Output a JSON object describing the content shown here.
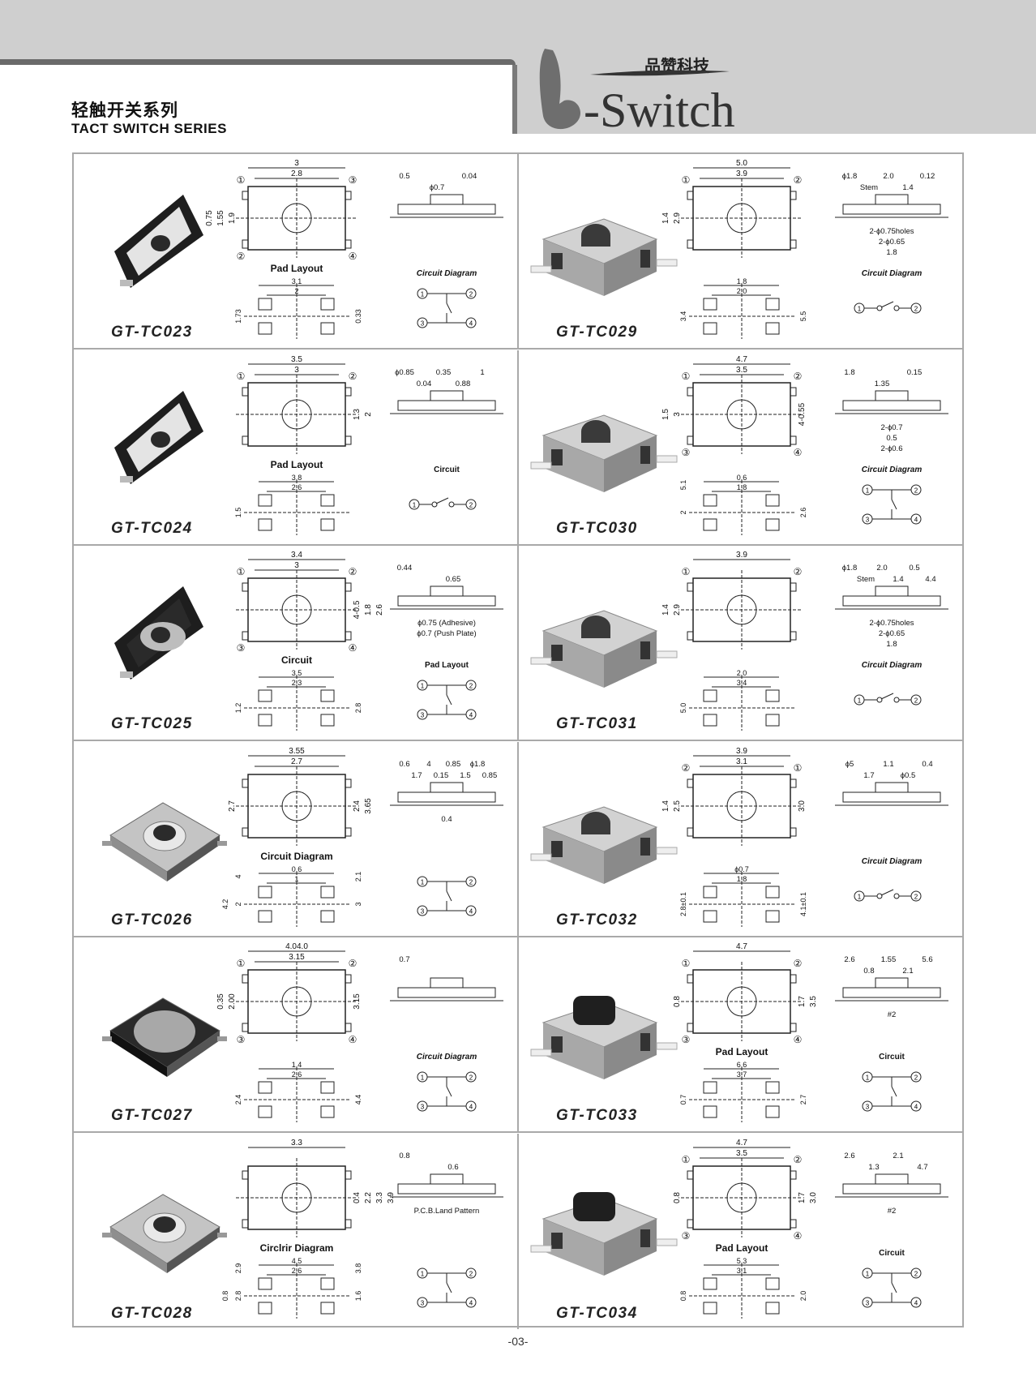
{
  "header": {
    "title_cn": "轻触开关系列",
    "title_en": "TACT SWITCH SERIES",
    "logo_cn": "品赞科技",
    "logo_text": "-Switch",
    "logo_letter": "b"
  },
  "colors": {
    "header_gray": "#cfcfcf",
    "rule_gray": "#6a6a6a",
    "grid_border": "#a9a9a9"
  },
  "cells": [
    {
      "model": "GT-TC023",
      "photo": "dark-frame",
      "top": [
        "3",
        "2.8"
      ],
      "left": [
        "1.9",
        "1.55",
        "0.75"
      ],
      "right": [],
      "pins": [
        "①",
        "③",
        "②",
        "④"
      ],
      "side": [
        "0.5",
        "ϕ0.7",
        "0.04"
      ],
      "notes": [],
      "caption1": "Pad Layout",
      "pad": [
        "3.1",
        "2",
        "1.73",
        "0.33"
      ],
      "caption2": "Circuit Diagram",
      "circuit": 4
    },
    {
      "model": "GT-TC029",
      "photo": "light",
      "top": [
        "5.0",
        "3.9"
      ],
      "left": [
        "2.9",
        "1.4"
      ],
      "right": [],
      "pins": [
        "①",
        "②"
      ],
      "side": [
        "ϕ1.8",
        "Stem",
        "2.0",
        "1.4",
        "0.12"
      ],
      "notes": [
        "2-ϕ0.75holes",
        "2-ϕ0.65",
        "1.8"
      ],
      "caption1": "",
      "pad": [
        "1.8",
        "2.0",
        "3.4",
        "5.5"
      ],
      "caption2": "Circuit Diagram",
      "circuit": 2
    },
    {
      "model": "GT-TC024",
      "photo": "dark-frame",
      "top": [
        "3.5",
        "3"
      ],
      "left": [],
      "right": [
        "1.3",
        "2"
      ],
      "pins": [
        "①",
        "②"
      ],
      "side": [
        "ϕ0.85",
        "0.04",
        "0.35",
        "0.88",
        "1"
      ],
      "notes": [],
      "caption1": "Pad Layout",
      "pad": [
        "3.8",
        "2.6",
        "1.5"
      ],
      "caption2": "Circuit",
      "circuit": 2
    },
    {
      "model": "GT-TC030",
      "photo": "light",
      "top": [
        "4.7",
        "3.5"
      ],
      "left": [
        "3",
        "1.5"
      ],
      "right": [
        "4-0.55"
      ],
      "pins": [
        "①",
        "②",
        "③",
        "④"
      ],
      "side": [
        "1.8",
        "1.35",
        "0.15"
      ],
      "notes": [
        "2-ϕ0.7",
        "0.5",
        "2-ϕ0.6"
      ],
      "caption1": "",
      "pad": [
        "0.6",
        "1.8",
        "2",
        "2.6",
        "5.1"
      ],
      "caption2": "Circuit Diagram",
      "circuit": 4
    },
    {
      "model": "GT-TC025",
      "photo": "dark-flat",
      "top": [
        "3.4",
        "3"
      ],
      "left": [],
      "right": [
        "4-0.5",
        "1.8",
        "2.6"
      ],
      "pins": [
        "①",
        "②",
        "③",
        "④"
      ],
      "side": [
        "0.44",
        "0.65"
      ],
      "notes": [
        "ϕ0.75 (Adhesive)",
        "ϕ0.7 (Push Plate)"
      ],
      "caption1": "Circuit",
      "pad": [
        "3.5",
        "2.3",
        "1.2",
        "2.8"
      ],
      "caption2": "Pad Layout",
      "circuit": 4
    },
    {
      "model": "GT-TC031",
      "photo": "light",
      "top": [
        "3.9"
      ],
      "left": [
        "2.9",
        "1.4"
      ],
      "right": [],
      "pins": [
        "①",
        "②"
      ],
      "side": [
        "ϕ1.8",
        "Stem",
        "2.0",
        "1.4",
        "0.5",
        "4.4"
      ],
      "notes": [
        "2-ϕ0.75holes",
        "2-ϕ0.65",
        "1.8"
      ],
      "caption1": "",
      "pad": [
        "2.0",
        "3.4",
        "5.0"
      ],
      "caption2": "Circuit Diagram",
      "circuit": 2
    },
    {
      "model": "GT-TC026",
      "photo": "light-square",
      "top": [
        "3.55",
        "2.7"
      ],
      "left": [
        "2.7"
      ],
      "right": [
        "2.4",
        "3.65"
      ],
      "pins": [],
      "side": [
        "0.6",
        "1.7",
        "4",
        "0.15",
        "0.85",
        "1.5",
        "ϕ1.8",
        "0.85"
      ],
      "notes": [
        "0.4"
      ],
      "caption1": "Circuit Diagram",
      "pad": [
        "0.6",
        "1",
        "2",
        "3",
        "4",
        "2.1",
        "4.2"
      ],
      "caption2": "",
      "circuit": 4
    },
    {
      "model": "GT-TC032",
      "photo": "light",
      "top": [
        "3.9",
        "3.1"
      ],
      "left": [
        "2.5",
        "1.4"
      ],
      "right": [
        "3.0"
      ],
      "pins": [
        "②",
        "①"
      ],
      "side": [
        "ϕ5",
        "1.7",
        "1.1",
        "ϕ0.5",
        "0.4"
      ],
      "notes": [],
      "caption1": "",
      "pad": [
        "ϕ0.7",
        "1.8",
        "2.8±0.1",
        "4.1±0.1"
      ],
      "caption2": "Circuit Diagram",
      "circuit": 2
    },
    {
      "model": "GT-TC027",
      "photo": "dark-round",
      "top": [
        "4.04.0",
        "3.15"
      ],
      "left": [
        "2.00",
        "0.35"
      ],
      "right": [
        "3.15"
      ],
      "pins": [
        "①",
        "②",
        "③",
        "④"
      ],
      "side": [
        "0.7"
      ],
      "notes": [],
      "caption1": "",
      "pad": [
        "1.4",
        "2.6",
        "2.4",
        "4.4"
      ],
      "caption2": "Circuit Diagram",
      "circuit": 4
    },
    {
      "model": "GT-TC033",
      "photo": "light-dark-cap",
      "top": [
        "4.7"
      ],
      "left": [
        "0.8"
      ],
      "right": [
        "1.7",
        "3.5"
      ],
      "pins": [
        "①",
        "②",
        "③",
        "④"
      ],
      "side": [
        "2.6",
        "0.8",
        "1.55",
        "2.1",
        "5.6"
      ],
      "notes": [
        "#2"
      ],
      "caption1": "Pad Layout",
      "pad": [
        "6.6",
        "3.7",
        "0.7",
        "2.7"
      ],
      "caption2": "Circuit",
      "circuit": 4
    },
    {
      "model": "GT-TC028",
      "photo": "light-square",
      "top": [
        "3.3"
      ],
      "left": [],
      "right": [
        "0.4",
        "2.2",
        "3.3",
        "3.9"
      ],
      "pins": [],
      "side": [
        "0.8",
        "0.6"
      ],
      "notes": [
        "P.C.B.Land Pattern"
      ],
      "caption1": "Circlrir Diagram",
      "pad": [
        "4.5",
        "2.6",
        "2.8",
        "1.6",
        "2.9",
        "3.8",
        "0.8"
      ],
      "caption2": "",
      "circuit": 4
    },
    {
      "model": "GT-TC034",
      "photo": "light-dark-cap",
      "top": [
        "4.7",
        "3.5"
      ],
      "left": [
        "0.8"
      ],
      "right": [
        "1.7",
        "3.0"
      ],
      "pins": [
        "①",
        "②",
        "③",
        "④"
      ],
      "side": [
        "2.6",
        "1.3",
        "2.1",
        "4.7"
      ],
      "notes": [
        "#2"
      ],
      "caption1": "Pad Layout",
      "pad": [
        "5.3",
        "3.1",
        "0.8",
        "2.0"
      ],
      "caption2": "Circuit",
      "circuit": 4
    }
  ],
  "page_number": "-03-"
}
